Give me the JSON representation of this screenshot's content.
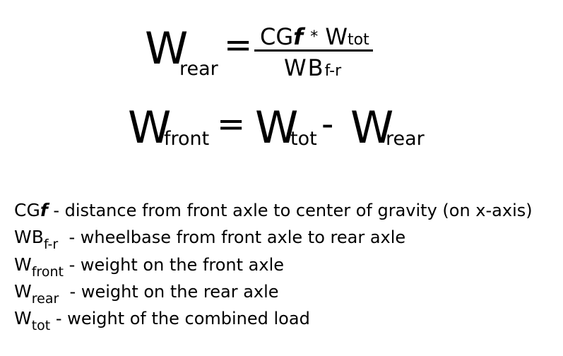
{
  "equation_rear": {
    "lhs": {
      "symbol": "W",
      "subscript": "rear"
    },
    "equals": "=",
    "numerator": {
      "prefix": "CG",
      "italic": "f",
      "operator": "*",
      "symbol": "W",
      "subscript": "tot"
    },
    "denominator": {
      "symbol": "WB",
      "subscript": "f-r"
    }
  },
  "equation_front": {
    "lhs": {
      "symbol": "W",
      "subscript": "front"
    },
    "equals": "=",
    "term1": {
      "symbol": "W",
      "subscript": "tot"
    },
    "minus": "-",
    "term2": {
      "symbol": "W",
      "subscript": "rear"
    }
  },
  "legend": [
    {
      "symbol": "CG",
      "italic": "f",
      "subscript": "",
      "description": " - distance from front axle to center of gravity (on x-axis)"
    },
    {
      "symbol": "WB",
      "italic": "",
      "subscript": "f-r",
      "description": "  - wheelbase from front axle to rear axle"
    },
    {
      "symbol": "W",
      "italic": "",
      "subscript": "front",
      "description": " - weight on the front axle"
    },
    {
      "symbol": "W",
      "italic": "",
      "subscript": "rear",
      "description": "  - weight on the rear axle"
    },
    {
      "symbol": "W",
      "italic": "",
      "subscript": "tot",
      "description": " - weight of the combined load"
    }
  ]
}
